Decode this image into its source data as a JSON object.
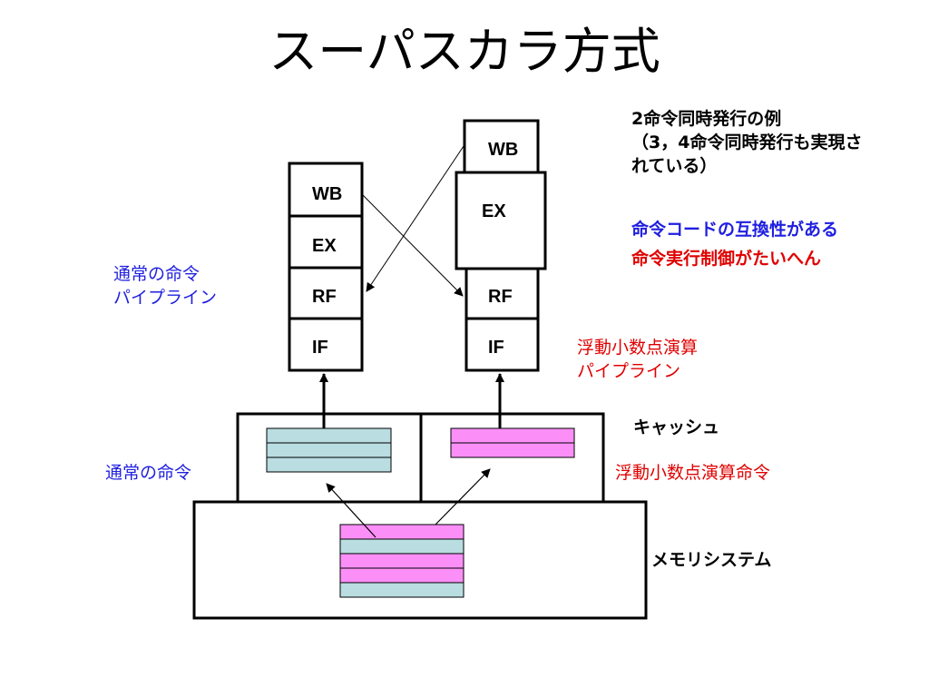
{
  "title": "スーパスカラ方式",
  "note": {
    "line1": "2命令同時発行の例",
    "line2": "（3，4命令同時発行も実現さ",
    "line3": "れている）"
  },
  "points": {
    "compat": "命令コードの互換性がある",
    "control": "命令実行制御がたいへん"
  },
  "left_pipeline": {
    "label_line1": "通常の命令",
    "label_line2": "パイプライン",
    "stages": {
      "wb": "WB",
      "ex": "EX",
      "rf": "RF",
      "if": "IF"
    }
  },
  "right_pipeline": {
    "label_line1": "浮動小数点演算",
    "label_line2": "パイプライン",
    "stages": {
      "wb": "WB",
      "ex": "EX",
      "rf": "RF",
      "if": "IF"
    }
  },
  "cache": {
    "label": "キャッシュ",
    "left_label": "通常の命令",
    "right_label": "浮動小数点演算命令"
  },
  "memory": {
    "label": "メモリシステム"
  },
  "colors": {
    "normal_instr": "#b9dde0",
    "fp_instr": "#fb8ff7",
    "blue_text": "#1f1fe0",
    "red_text": "#e00000"
  }
}
